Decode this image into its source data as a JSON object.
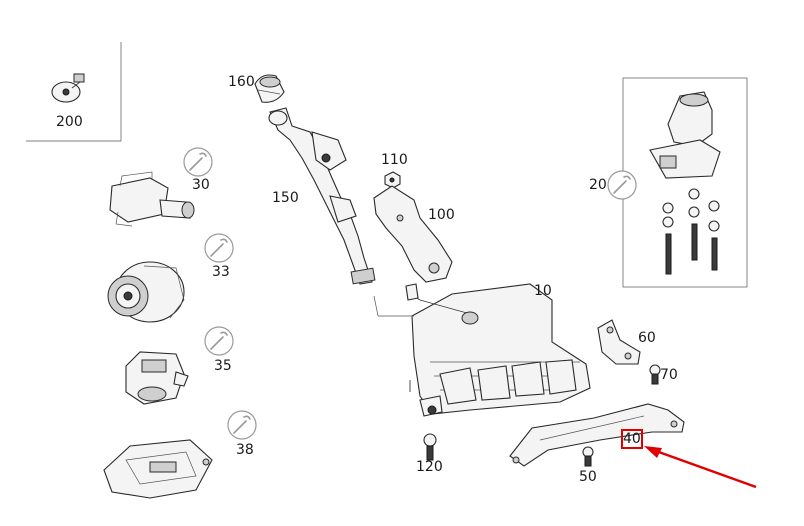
{
  "diagram": {
    "labels": {
      "p200": "200",
      "p160": "160",
      "p150": "150",
      "p110": "110",
      "p100": "100",
      "p30": "30",
      "p33": "33",
      "p35": "35",
      "p38": "38",
      "p20": "20",
      "p10": "10",
      "p60": "60",
      "p70": "70",
      "p40": "40",
      "p50": "50",
      "p120": "120"
    },
    "highlight": {
      "part": "40",
      "color": "#e00000"
    }
  }
}
